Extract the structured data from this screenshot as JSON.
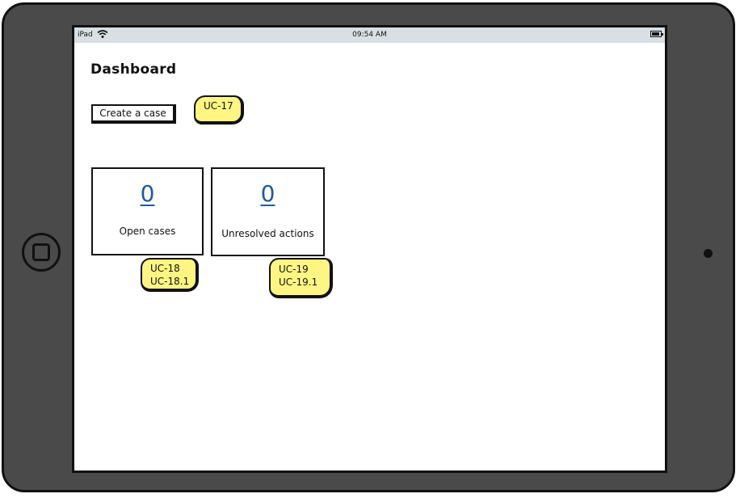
{
  "statusbar": {
    "carrier": "iPad",
    "time": "09:54 AM"
  },
  "page": {
    "title": "Dashboard"
  },
  "actions": {
    "create_case_label": "Create a case"
  },
  "notes": {
    "create_case": [
      "UC-17"
    ],
    "open_cases": [
      "UC-18",
      "UC-18.1"
    ],
    "unresolved_actions": [
      "UC-19",
      "UC-19.1"
    ]
  },
  "cards": {
    "open_cases": {
      "count": "0",
      "label": "Open cases"
    },
    "unresolved_actions": {
      "count": "0",
      "label": "Unresolved actions"
    }
  },
  "colors": {
    "note": "#fff583",
    "link": "#1f5a9a",
    "device": "#4a4a4a",
    "statusbar": "#d9dfe2"
  }
}
